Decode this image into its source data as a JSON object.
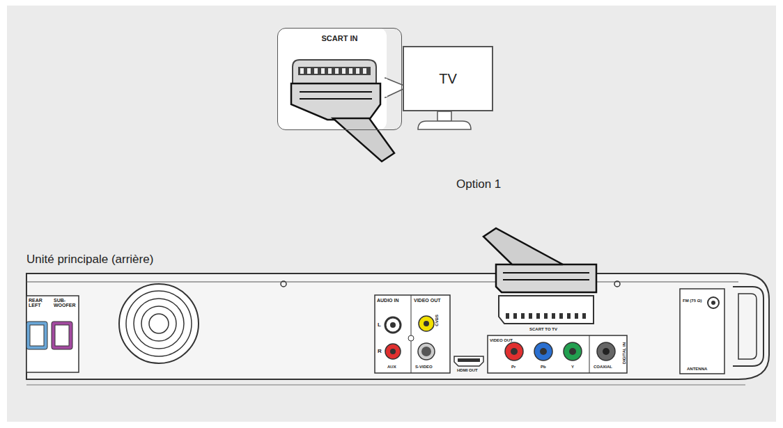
{
  "diagram": {
    "nodes": [
      {
        "text": [
          "SCART IN"
        ]
      },
      {
        "text": [
          "TV"
        ]
      },
      {
        "text": [
          "Unité principale (arrière)"
        ]
      }
    ],
    "edges": [
      {
        "from": 2,
        "to": 0,
        "arrow": "none",
        "label": "Option 1"
      }
    ],
    "labels": [
      "REAR LEFT",
      "SUB-WOOFER",
      "AUDIO IN",
      "VIDEO OUT",
      "L",
      "R",
      "AUX",
      "CVBS",
      "S-VIDEO",
      "HDMI OUT",
      "SCART TO TV",
      "VIDEO OUT",
      "Pr",
      "Pb",
      "Y",
      "COAXIAL",
      "DIGITAL IN",
      "FM (75 Ω)",
      "ANTENNA"
    ]
  }
}
